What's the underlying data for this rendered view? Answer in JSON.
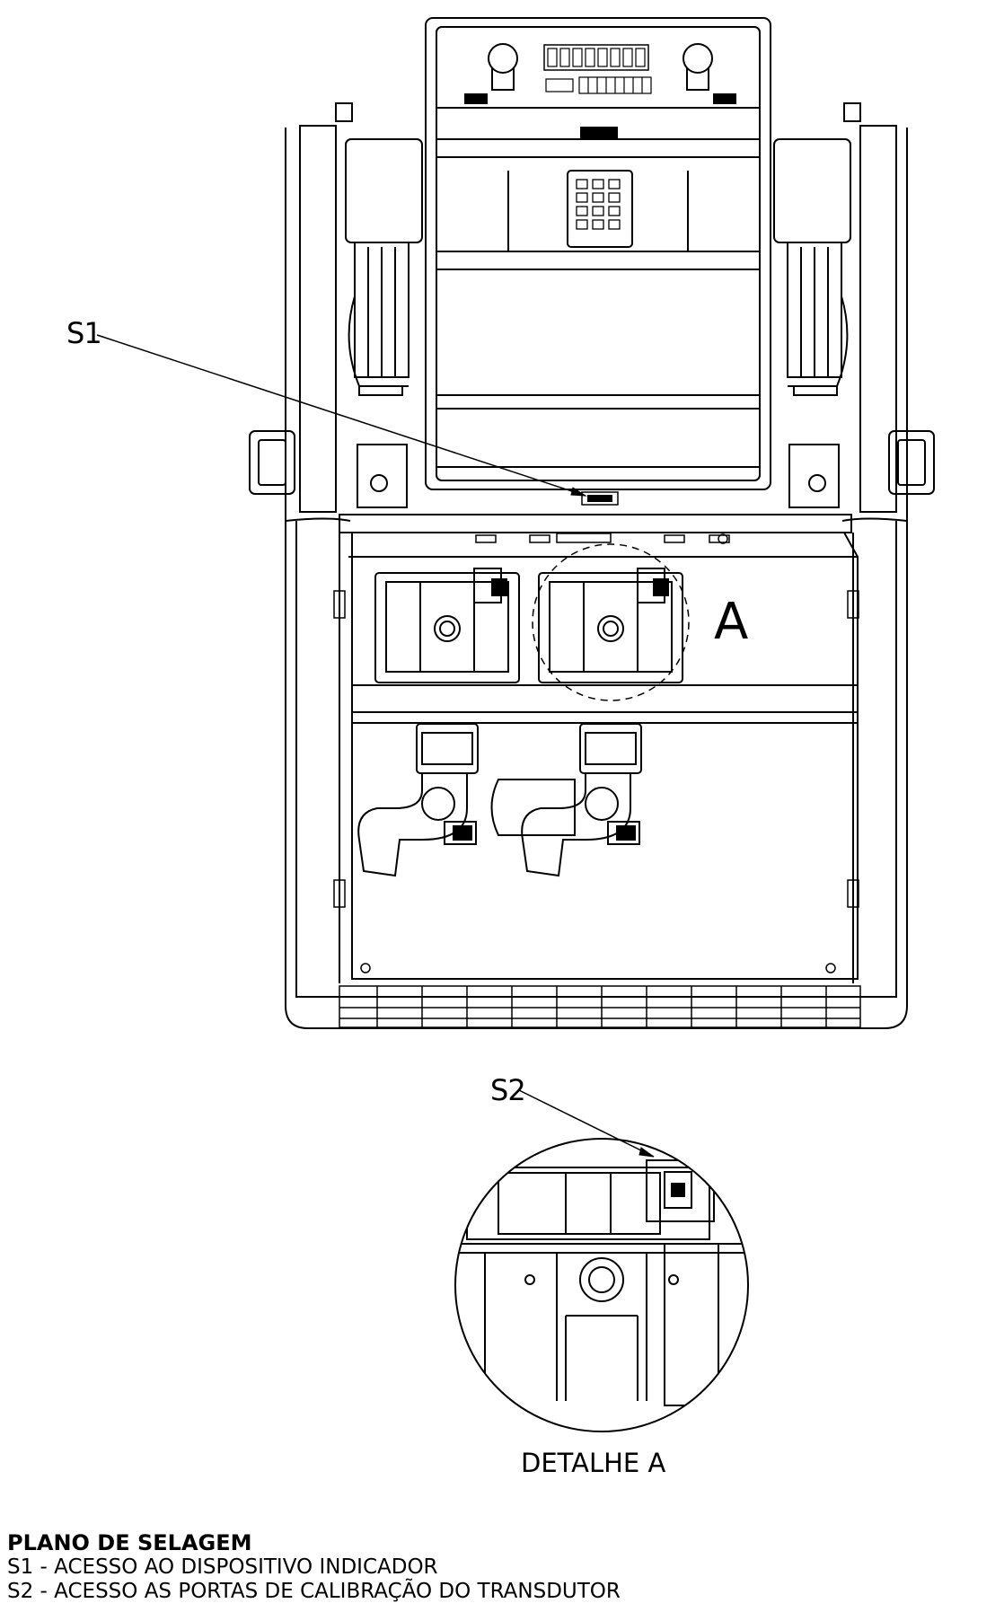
{
  "labels": {
    "s1": "S1",
    "detail_marker": "A",
    "s2": "S2",
    "detail_caption": "DETALHE A"
  },
  "legend": {
    "title": "PLANO DE SELAGEM",
    "items": [
      "S1 - ACESSO AO DISPOSITIVO INDICADOR",
      "S2 - ACESSO AS PORTAS DE CALIBRAÇÃO DO TRANSDUTOR"
    ]
  },
  "colors": {
    "line": "#000000",
    "background": "#ffffff"
  }
}
